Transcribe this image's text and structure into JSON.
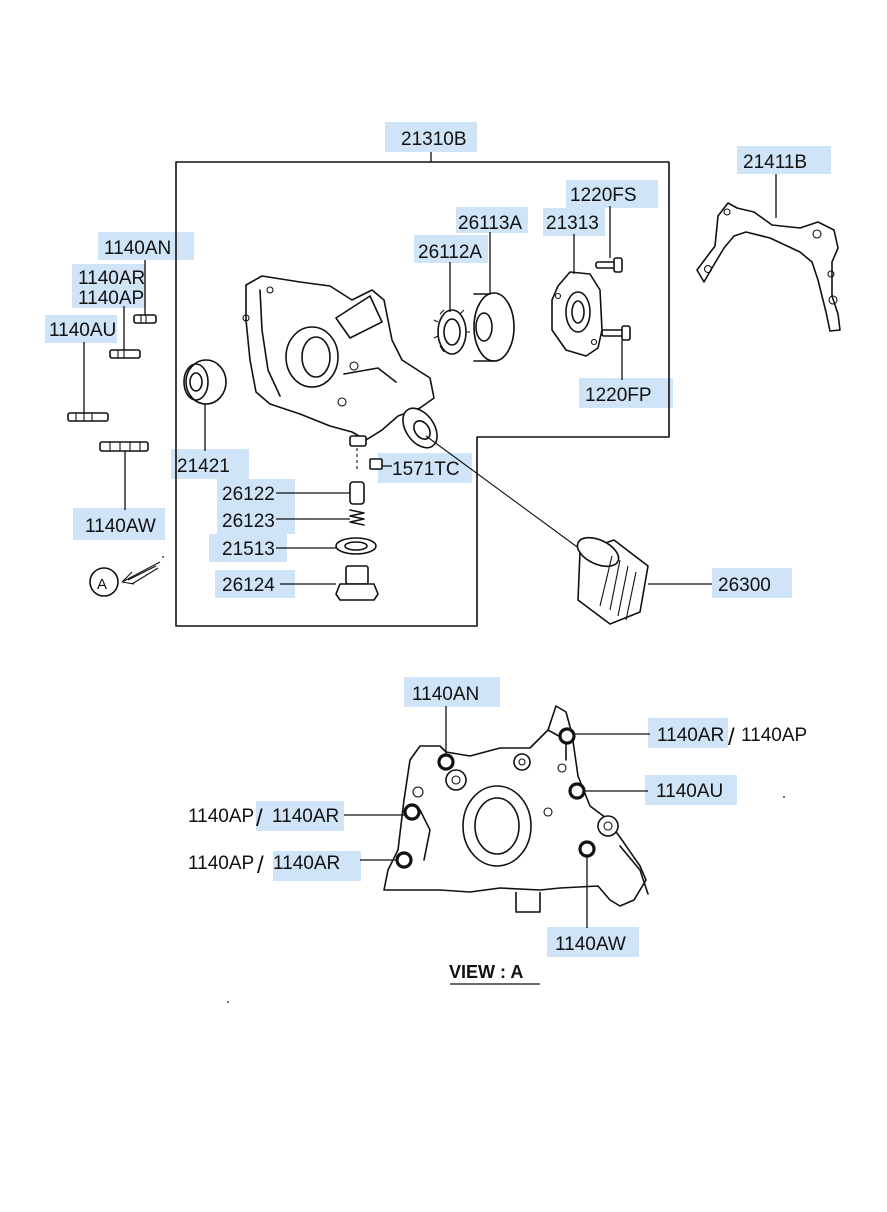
{
  "labels": {
    "assy_21310B": "21310B",
    "gasket_21411B": "21411B",
    "bolt_1140AN": "1140AN",
    "bolt_1140AR": "1140AR",
    "bolt_1140AP": "1140AP",
    "bolt_1140AU": "1140AU",
    "bolt_1140AW": "1140AW",
    "seal_21421": "21421",
    "rotor_26113A": "26113A",
    "gear_26112A": "26112A",
    "cover_21313": "21313",
    "screw_1220FS": "1220FS",
    "screw_1220FP": "1220FP",
    "plug_1571TC": "1571TC",
    "plunger_26122": "26122",
    "spring_26123": "26123",
    "gasket_21513": "21513",
    "plug_26124": "26124",
    "filter_26300": "26300",
    "view_marker": "A"
  },
  "view_a": {
    "bolt_top": "1140AN",
    "right_upper": "1140AR",
    "right_upper_alt": "1140AP",
    "right_mid": "1140AU",
    "left_upper": "1140AP",
    "left_upper_alt": "1140AR",
    "left_lower": "1140AP",
    "left_lower_alt": "1140AR",
    "bottom": "1140AW",
    "slash": "/",
    "caption": "VIEW : A"
  }
}
